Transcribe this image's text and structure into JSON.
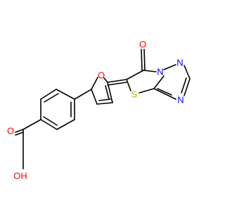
{
  "colors": {
    "bond": "#000000",
    "carbon": "#000000",
    "oxygen": "#ff0000",
    "nitrogen": "#0000ff",
    "sulfur": "#b2b200",
    "background": "#ffffff"
  },
  "atoms": [
    {
      "id": "O_carbonyl",
      "label": "O",
      "element": "oxygen"
    },
    {
      "id": "N_bridge",
      "label": "N",
      "element": "nitrogen"
    },
    {
      "id": "N_triazole_top",
      "label": "N",
      "element": "nitrogen"
    },
    {
      "id": "N_triazole_bottom",
      "label": "N",
      "element": "nitrogen"
    },
    {
      "id": "S_thiazole",
      "label": "S",
      "element": "sulfur"
    },
    {
      "id": "O_furan",
      "label": "O",
      "element": "oxygen"
    },
    {
      "id": "O_acid_carbonyl",
      "label": "O",
      "element": "oxygen"
    },
    {
      "id": "OH_acid",
      "label": "OH",
      "element": "oxygen"
    }
  ]
}
